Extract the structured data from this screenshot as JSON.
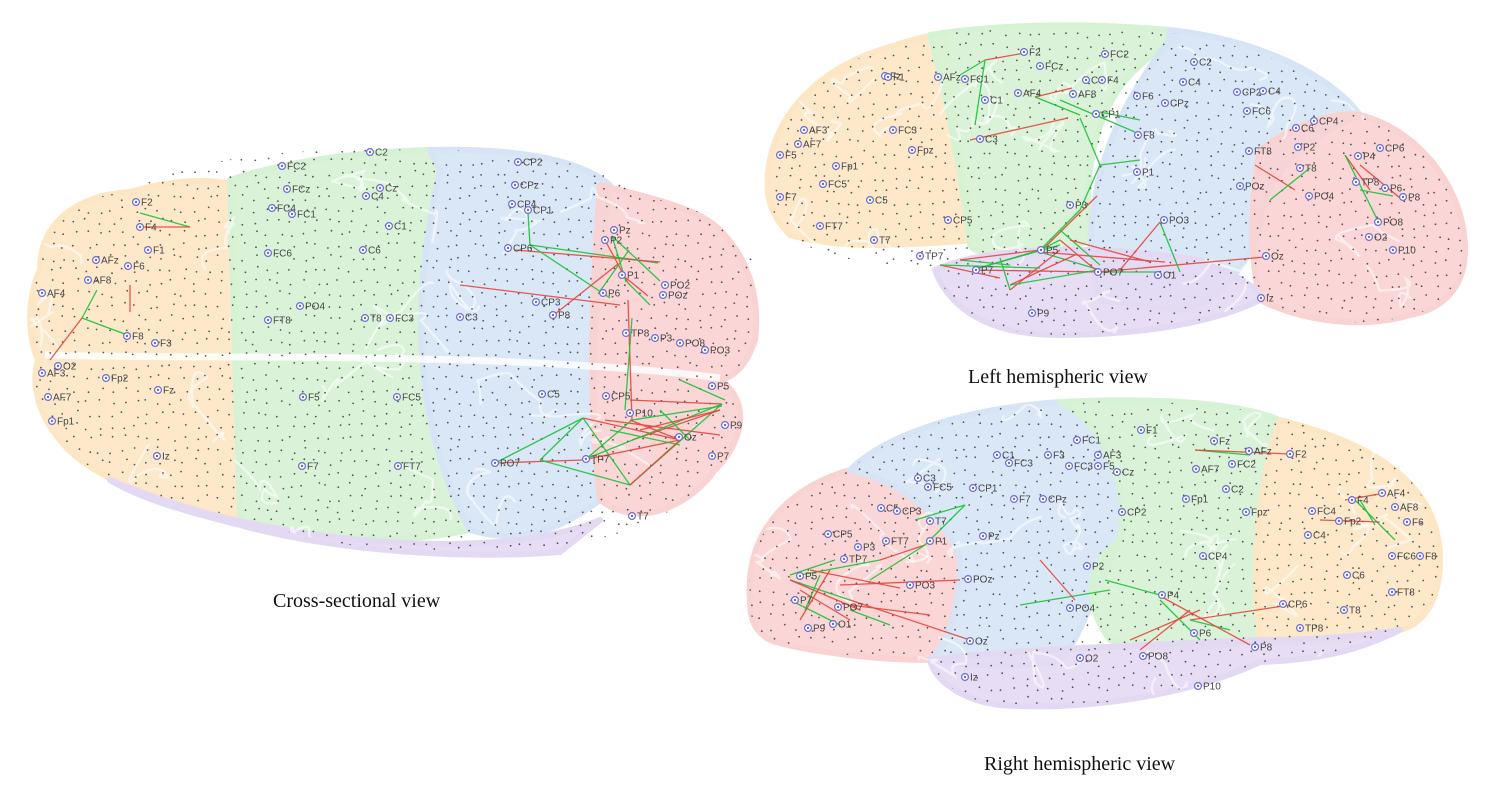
{
  "captions": {
    "cross": "Cross-sectional view",
    "left": "Left hemispheric view",
    "right": "Right hemispheric view"
  },
  "colors": {
    "frontal": "#fde6c4",
    "central": "#d6f2d4",
    "parietal": "#d6e4f6",
    "occipital": "#f9d2d2",
    "temporal": "#e4d9f3",
    "electrode": "#6b6bd6",
    "label": "#444444",
    "edge_green": "#19c23a",
    "edge_red": "#e8453c"
  },
  "views": {
    "cross": {
      "electrodes": [
        "FC2",
        "C2",
        "CP2",
        "FCz",
        "Cz",
        "CPz",
        "FC4",
        "FC1",
        "C4",
        "CP4",
        "CP1",
        "C1",
        "Pz",
        "F2",
        "F4",
        "F1",
        "AFz",
        "F6",
        "AF8",
        "AF4",
        "C6",
        "CP6",
        "P2",
        "FC6",
        "P1",
        "PO2",
        "P6",
        "POz",
        "PO4",
        "CP3",
        "P8",
        "FT8",
        "FC3",
        "T8",
        "C3",
        "TP8",
        "F8",
        "F3",
        "P3",
        "PO8",
        "PO3",
        "O2",
        "AF3",
        "Fp2",
        "AF7",
        "Fz",
        "Fp1",
        "F5",
        "FC5",
        "C5",
        "CP5",
        "P10",
        "Oz",
        "P5",
        "PO7",
        "TP7",
        "P7",
        "Iz",
        "F7",
        "FT7",
        "T7",
        "P9"
      ]
    },
    "left": {
      "electrodes": [
        "Fz",
        "F2",
        "FC2",
        "C2",
        "FCz",
        "F1",
        "AFz",
        "FC1",
        "C3",
        "F4",
        "C4",
        "CP2",
        "C4",
        "AF4",
        "AF8",
        "F6",
        "C1",
        "CPz",
        "FC6",
        "CP4",
        "AF3",
        "FC3",
        "CP1",
        "F8",
        "P2",
        "AF7",
        "C6",
        "Fpz",
        "CP6",
        "FT8",
        "F5",
        "Fp1",
        "T8",
        "P4",
        "C3",
        "POz",
        "FC5",
        "P1",
        "TP8",
        "F7",
        "P6",
        "P8",
        "C5",
        "PO4",
        "P3",
        "PO3",
        "FT7",
        "CP5",
        "PO8",
        "T7",
        "O2",
        "TP7",
        "P5",
        "P10",
        "Oz",
        "P7",
        "PO7",
        "O1",
        "Iz",
        "P9"
      ]
    },
    "right": {
      "electrodes": [
        "F1",
        "FC1",
        "Fz",
        "AFz",
        "AF3",
        "F3",
        "FC3",
        "F2",
        "C1",
        "FC3",
        "F5",
        "AF7",
        "Cz",
        "FC2",
        "C3",
        "FC5",
        "CP1",
        "F7",
        "CPz",
        "Fp1",
        "C2",
        "AF4",
        "F4",
        "AF8",
        "C5",
        "CP3",
        "CP2",
        "Fpz",
        "FC4",
        "Fp2",
        "F6",
        "T7",
        "FT7",
        "CP5",
        "P1",
        "C4",
        "P3",
        "Pz",
        "CP4",
        "FC6",
        "F8",
        "TP7",
        "C6",
        "P5",
        "POz",
        "P2",
        "P7",
        "PO3",
        "P4",
        "FT8",
        "CP6",
        "PO7",
        "PO4",
        "T8",
        "P9",
        "O1",
        "TP8",
        "P6",
        "Oz",
        "P8",
        "O2",
        "PO8",
        "Iz",
        "P10"
      ]
    }
  }
}
